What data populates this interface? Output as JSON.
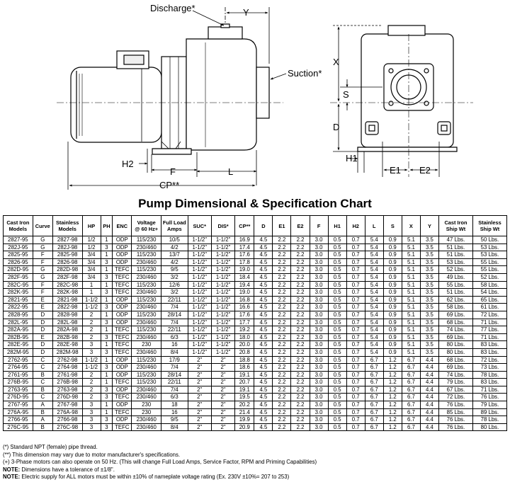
{
  "drawing": {
    "labels": {
      "discharge": "Discharge*",
      "suction": "Suction*",
      "y": "Y",
      "x": "X",
      "s": "S",
      "d": "D",
      "h1": "H1",
      "h2": "H2",
      "e1": "E1",
      "e2": "E2",
      "f": "F",
      "l": "L",
      "cp": "CP**"
    }
  },
  "chart": {
    "title": "Pump Dimensional & Specification Chart",
    "headers": [
      [
        "Cast Iron",
        "Models"
      ],
      [
        "Curve"
      ],
      [
        "Stainless",
        "Models"
      ],
      [
        "HP"
      ],
      [
        "PH"
      ],
      [
        "ENC"
      ],
      [
        "Voltage",
        "@ 60 Hz+"
      ],
      [
        "Full Load",
        "Amps"
      ],
      [
        "SUC*"
      ],
      [
        "DIS*"
      ],
      [
        "CP**"
      ],
      [
        "D"
      ],
      [
        "E1"
      ],
      [
        "E2"
      ],
      [
        "F"
      ],
      [
        "H1"
      ],
      [
        "H2"
      ],
      [
        "L"
      ],
      [
        "S"
      ],
      [
        "X"
      ],
      [
        "Y"
      ],
      [
        "Cast Iron",
        "Ship Wt"
      ],
      [
        "Stainless",
        "Ship Wt"
      ]
    ],
    "rows": [
      [
        "2827-95",
        "G",
        "2827-98",
        "1/2",
        "1",
        "ODP",
        "115/230",
        "10/5",
        "1-1/2\"",
        "1-1/2\"",
        "16.9",
        "4.5",
        "2.2",
        "2.2",
        "3.0",
        "0.5",
        "0.7",
        "5.4",
        "0.9",
        "5.1",
        "3.5",
        "47 Lbs.",
        "50 Lbs."
      ],
      [
        "282J-95",
        "G",
        "282J-98",
        "1/2",
        "3",
        "ODP",
        "230/460",
        "4/2",
        "1-1/2\"",
        "1-1/2\"",
        "17.4",
        "4.5",
        "2.2",
        "2.2",
        "3.0",
        "0.5",
        "0.7",
        "5.4",
        "0.9",
        "5.1",
        "3.5",
        "51 Lbs.",
        "53 Lbs."
      ],
      [
        "2825-95",
        "F",
        "2825-98",
        "3/4",
        "1",
        "ODP",
        "115/230",
        "13/7",
        "1-1/2\"",
        "1-1/2\"",
        "17.6",
        "4.5",
        "2.2",
        "2.2",
        "3.0",
        "0.5",
        "0.7",
        "5.4",
        "0.9",
        "5.1",
        "3.5",
        "51 Lbs.",
        "53 Lbs."
      ],
      [
        "2826-95",
        "F",
        "2826-98",
        "3/4",
        "3",
        "ODP",
        "230/460",
        "4/2",
        "1-1/2\"",
        "1-1/2\"",
        "17.8",
        "4.5",
        "2.2",
        "2.2",
        "3.0",
        "0.5",
        "0.7",
        "5.4",
        "0.9",
        "5.1",
        "3.5",
        "53 Lbs.",
        "55 Lbs."
      ],
      [
        "282D-95",
        "G",
        "282D-98",
        "3/4",
        "1",
        "TEFC",
        "115/230",
        "9/5",
        "1-1/2\"",
        "1-1/2\"",
        "19.0",
        "4.5",
        "2.2",
        "2.2",
        "3.0",
        "0.5",
        "0.7",
        "5.4",
        "0.9",
        "5.1",
        "3.5",
        "52 Lbs.",
        "55 Lbs."
      ],
      [
        "282F-95",
        "G",
        "282F-98",
        "3/4",
        "3",
        "TEFC",
        "230/460",
        "3/2",
        "1-1/2\"",
        "1-1/2\"",
        "18.4",
        "4.5",
        "2.2",
        "2.2",
        "3.0",
        "0.5",
        "0.7",
        "5.4",
        "0.9",
        "5.1",
        "3.5",
        "49 Lbs.",
        "52 Lbs."
      ],
      [
        "282C-95",
        "F",
        "282C-98",
        "1",
        "1",
        "TEFC",
        "115/230",
        "12/6",
        "1-1/2\"",
        "1-1/2\"",
        "19.4",
        "4.5",
        "2.2",
        "2.2",
        "3.0",
        "0.5",
        "0.7",
        "5.4",
        "0.9",
        "5.1",
        "3.5",
        "55 Lbs.",
        "58 Lbs."
      ],
      [
        "282K-95",
        "F",
        "282K-98",
        "1",
        "3",
        "TEFC",
        "230/460",
        "3/2",
        "1-1/2\"",
        "1-1/2\"",
        "19.0",
        "4.5",
        "2.2",
        "2.2",
        "3.0",
        "0.5",
        "0.7",
        "5.4",
        "0.9",
        "5.1",
        "3.5",
        "51 Lbs.",
        "54 Lbs."
      ],
      [
        "2821-95",
        "E",
        "2821-98",
        "1-1/2",
        "1",
        "ODP",
        "115/230",
        "22/11",
        "1-1/2\"",
        "1-1/2\"",
        "16.8",
        "4.5",
        "2.2",
        "2.2",
        "3.0",
        "0.5",
        "0.7",
        "5.4",
        "0.9",
        "5.1",
        "3.5",
        "62 Lbs.",
        "65 Lbs."
      ],
      [
        "2822-95",
        "E",
        "2822-98",
        "1-1/2",
        "3",
        "ODP",
        "230/460",
        "7/4",
        "1-1/2\"",
        "1-1/2\"",
        "16.6",
        "4.5",
        "2.2",
        "2.2",
        "3.0",
        "0.5",
        "0.7",
        "5.4",
        "0.9",
        "5.1",
        "3.5",
        "58 Lbs.",
        "61 Lbs."
      ],
      [
        "2828-95",
        "D",
        "2828-98",
        "2",
        "1",
        "ODP",
        "115/230",
        "28/14",
        "1-1/2\"",
        "1-1/2\"",
        "17.6",
        "4.5",
        "2.2",
        "2.2",
        "3.0",
        "0.5",
        "0.7",
        "5.4",
        "0.9",
        "5.1",
        "3.5",
        "69 Lbs.",
        "72 Lbs."
      ],
      [
        "282L-95",
        "D",
        "282L-98",
        "2",
        "3",
        "ODP",
        "230/460",
        "7/4",
        "1-1/2\"",
        "1-1/2\"",
        "17.7",
        "4.5",
        "2.2",
        "2.2",
        "3.0",
        "0.5",
        "0.7",
        "5.4",
        "0.9",
        "5.1",
        "3.5",
        "68 Lbs.",
        "71 Lbs."
      ],
      [
        "282A-95",
        "D",
        "282A-98",
        "2",
        "1",
        "TEFC",
        "115/230",
        "22/11",
        "1-1/2\"",
        "1-1/2\"",
        "19.2",
        "4.5",
        "2.2",
        "2.2",
        "3.0",
        "0.5",
        "0.7",
        "5.4",
        "0.9",
        "5.1",
        "3.5",
        "74 Lbs.",
        "77 Lbs."
      ],
      [
        "282B-95",
        "E",
        "282B-98",
        "2",
        "3",
        "TEFC",
        "230/460",
        "6/3",
        "1-1/2\"",
        "1-1/2\"",
        "18.0",
        "4.5",
        "2.2",
        "2.2",
        "3.0",
        "0.5",
        "0.7",
        "5.4",
        "0.9",
        "5.1",
        "3.5",
        "69 Lbs.",
        "71 Lbs."
      ],
      [
        "282E-95",
        "D",
        "282E-98",
        "3",
        "1",
        "TEFC",
        "230",
        "16",
        "1-1/2\"",
        "1-1/2\"",
        "20.0",
        "4.5",
        "2.2",
        "2.2",
        "3.0",
        "0.5",
        "0.7",
        "5.4",
        "0.9",
        "5.1",
        "3.5",
        "80 Lbs.",
        "83 Lbs."
      ],
      [
        "282M-95",
        "D",
        "282M-98",
        "3",
        "3",
        "TEFC",
        "230/460",
        "8/4",
        "1-1/2\"",
        "1-1/2\"",
        "20.8",
        "4.5",
        "2.2",
        "2.2",
        "3.0",
        "0.5",
        "0.7",
        "5.4",
        "0.9",
        "5.1",
        "3.5",
        "80 Lbs.",
        "83 Lbs."
      ],
      [
        "2762-95",
        "C",
        "2762-98",
        "1-1/2",
        "1",
        "ODP",
        "115/230",
        "17/9",
        "2\"",
        "2\"",
        "18.8",
        "4.5",
        "2.2",
        "2.2",
        "3.0",
        "0.5",
        "0.7",
        "6.7",
        "1.2",
        "6.7",
        "4.4",
        "68 Lbs.",
        "72 Lbs."
      ],
      [
        "2764-95",
        "C",
        "2764-98",
        "1-1/2",
        "3",
        "ODP",
        "230/460",
        "7/4",
        "2\"",
        "2\"",
        "18.6",
        "4.5",
        "2.2",
        "2.2",
        "3.0",
        "0.5",
        "0.7",
        "6.7",
        "1.2",
        "6.7",
        "4.4",
        "69 Lbs.",
        "73 Lbs."
      ],
      [
        "2761-95",
        "B",
        "2761-98",
        "2",
        "1",
        "ODP",
        "115/230",
        "28/14",
        "2\"",
        "2\"",
        "19.1",
        "4.5",
        "2.2",
        "2.2",
        "3.0",
        "0.5",
        "0.7",
        "6.7",
        "1.2",
        "6.7",
        "4.4",
        "74 Lbs.",
        "78 Lbs."
      ],
      [
        "276B-95",
        "C",
        "276B-98",
        "2",
        "1",
        "TEFC",
        "115/230",
        "22/11",
        "2\"",
        "2\"",
        "20.7",
        "4.5",
        "2.2",
        "2.2",
        "3.0",
        "0.5",
        "0.7",
        "6.7",
        "1.2",
        "6.7",
        "4.4",
        "79 Lbs.",
        "83 Lbs."
      ],
      [
        "2763-95",
        "B",
        "2763-98",
        "2",
        "3",
        "ODP",
        "230/460",
        "7/4",
        "2\"",
        "2\"",
        "19.1",
        "4.5",
        "2.2",
        "2.2",
        "3.0",
        "0.5",
        "0.7",
        "6.7",
        "1.2",
        "6.7",
        "4.4",
        "67 Lbs.",
        "71 Lbs."
      ],
      [
        "276D-95",
        "C",
        "276D-98",
        "2",
        "3",
        "TEFC",
        "230/460",
        "6/3",
        "2\"",
        "2\"",
        "19.5",
        "4.5",
        "2.2",
        "2.2",
        "3.0",
        "0.5",
        "0.7",
        "6.7",
        "1.2",
        "6.7",
        "4.4",
        "72 Lbs.",
        "76 Lbs."
      ],
      [
        "2767-95",
        "A",
        "2767-98",
        "3",
        "1",
        "ODP",
        "230",
        "18",
        "2\"",
        "2\"",
        "20.2",
        "4.5",
        "2.2",
        "2.2",
        "3.0",
        "0.5",
        "0.7",
        "6.7",
        "1.2",
        "6.7",
        "4.4",
        "76 Lbs.",
        "79 Lbs."
      ],
      [
        "276A-95",
        "B",
        "276A-98",
        "3",
        "1",
        "TEFC",
        "230",
        "16",
        "2\"",
        "2\"",
        "21.4",
        "4.5",
        "2.2",
        "2.2",
        "3.0",
        "0.5",
        "0.7",
        "6.7",
        "1.2",
        "6.7",
        "4.4",
        "85 Lbs.",
        "89 Lbs."
      ],
      [
        "2766-95",
        "A",
        "2766-98",
        "3",
        "3",
        "ODP",
        "230/460",
        "9/5",
        "2\"",
        "2\"",
        "19.9",
        "4.5",
        "2.2",
        "2.2",
        "3.0",
        "0.5",
        "0.7",
        "6.7",
        "1.2",
        "6.7",
        "4.4",
        "76 Lbs.",
        "78 Lbs."
      ],
      [
        "276C-95",
        "B",
        "276C-98",
        "3",
        "3",
        "TEFC",
        "230/460",
        "8/4",
        "2\"",
        "2\"",
        "20.9",
        "4.5",
        "2.2",
        "2.2",
        "3.0",
        "0.5",
        "0.7",
        "6.7",
        "1.2",
        "6.7",
        "4.4",
        "76 Lbs.",
        "80 Lbs."
      ]
    ]
  },
  "notes": {
    "n1": "(*) Standard NPT (female) pipe thread.",
    "n2": "(**) This dimension may vary due to motor manufacturer's specifications.",
    "n3": "(+) 3-Phase motors can also operate on 50 Hz. (This will change Full Load Amps, Service Factor, RPM and Priming Capabilities)",
    "n4_label": "NOTE:",
    "n4_text": " Dimensions have a tolerance of ±1/8\".",
    "n5_label": "NOTE:",
    "n5_text": " Electric supply for ALL motors must be within ±10% of nameplate voltage rating (Ex. 230V ±10%= 207 to 253)"
  }
}
